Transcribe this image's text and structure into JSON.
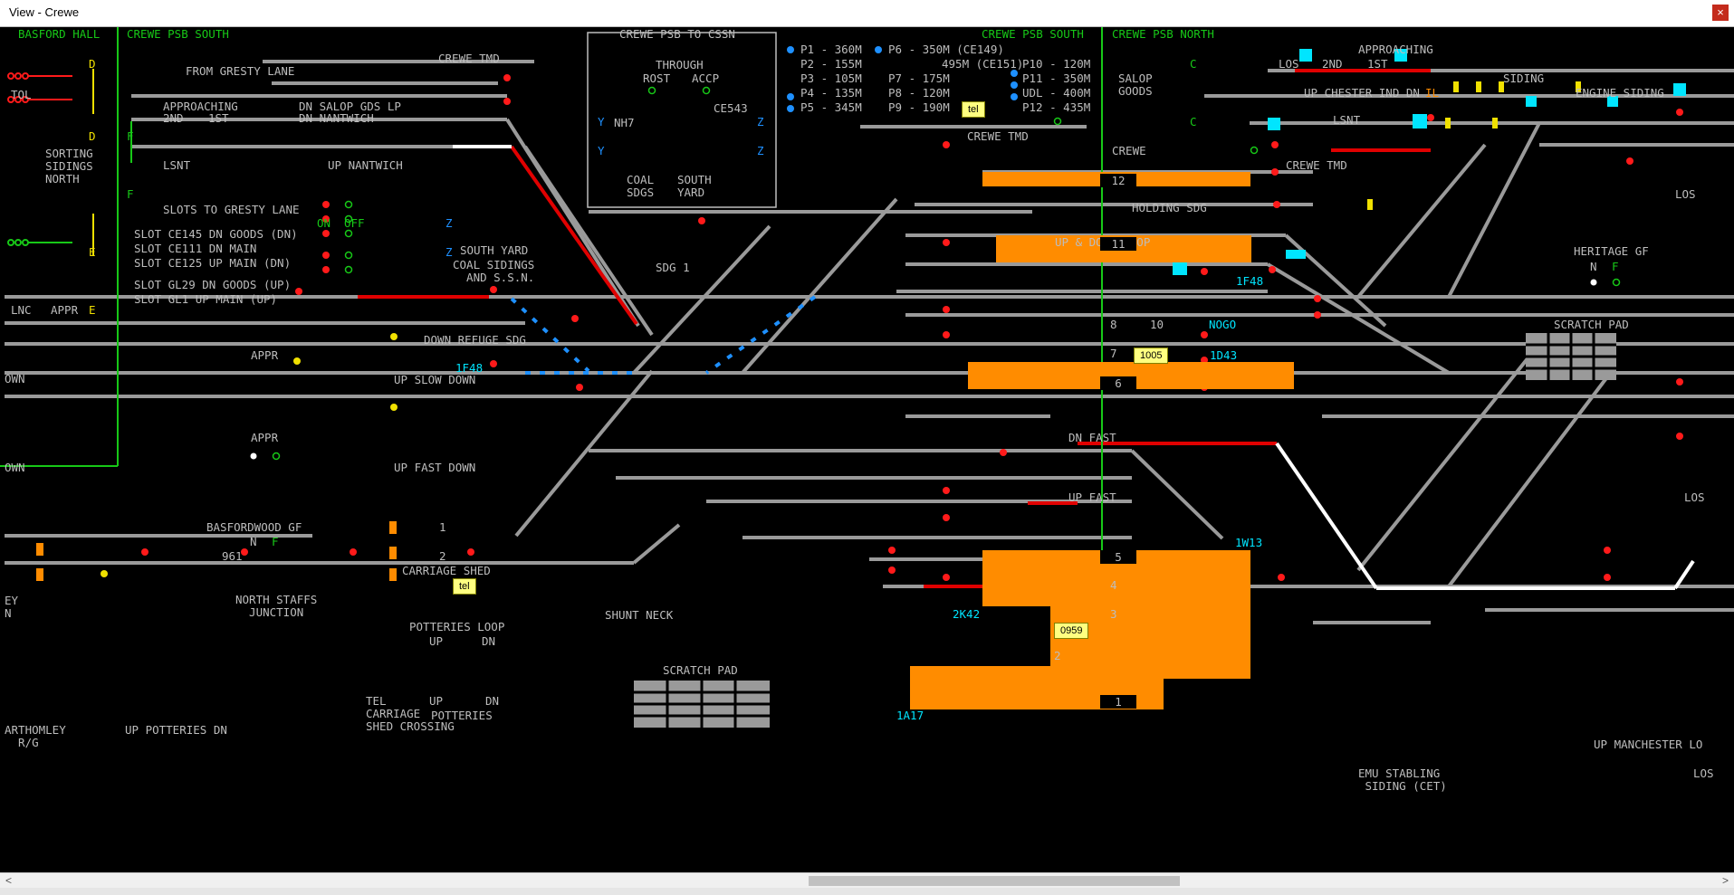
{
  "window": {
    "title": "View - Crewe",
    "close_glyph": "×"
  },
  "scroll": {
    "left_glyph": "<",
    "right_glyph": ">"
  },
  "colors": {
    "track": "#9a9a9a",
    "route_red": "#e00000",
    "occupied_orange": "#ff8c00",
    "cyan": "#00e5ff",
    "signal_red": "#ff1a1a",
    "white_route": "#ffffff"
  },
  "labels": {
    "basford_hall": "BASFORD HALL",
    "psb_south_left": "CREWE PSB SOUTH",
    "psb_to_cssn": "CREWE PSB TO CSSN",
    "psb_south_right": "CREWE PSB SOUTH",
    "psb_north": "CREWE PSB NORTH",
    "crewe_tmd": "CREWE TMD",
    "from_gresty": "FROM GRESTY LANE",
    "approaching": "APPROACHING",
    "second": "2ND",
    "first": "1ST",
    "dn_salop": "DN SALOP GDS LP",
    "dn_nantwich": "DN NANTWICH",
    "lsnt": "LSNT",
    "up_nantwich": "UP NANTWICH",
    "tol": "TOL",
    "sorting": "SORTING\nSIDINGS\nNORTH",
    "slots_title": "SLOTS TO GRESTY LANE",
    "on": "ON",
    "off": "OFF",
    "slot1": "SLOT CE145 DN GOODS (DN)",
    "slot2": "SLOT CE111 DN MAIN",
    "slot3": "SLOT CE125 UP MAIN (DN)",
    "slot4": "SLOT GL29 DN GOODS (UP)",
    "slot5": "SLOT GL1 UP MAIN (UP)",
    "lnc": "LNC",
    "appr": "APPR",
    "south_yard": "SOUTH YARD",
    "coal_sidings": "COAL SIDINGS\n  AND S.S.N.",
    "down_refuge": "DOWN REFUGE SDG",
    "through": "THROUGH",
    "rost": "ROST",
    "accp": "ACCP",
    "nh7": "NH7",
    "ce543": "CE543",
    "coal_sdgs": "COAL\nSDGS",
    "south_yard2": "SOUTH\nYARD",
    "sdg1": "SDG 1",
    "berth_1f48a": "1F48",
    "own": "OWN",
    "up_slow_down": "UP SLOW DOWN",
    "dn_fast": "DN FAST",
    "up_fast_down": "UP FAST DOWN",
    "up_fast": "UP FAST",
    "basfordwood": "BASFORDWOOD GF",
    "n": "N",
    "f": "F",
    "s961": "961",
    "carriage_shed": "CARRIAGE SHED",
    "tel1": "tel",
    "tel2": "tel",
    "north_staffs": "NORTH STAFFS\n  JUNCTION",
    "potteries_loop": "POTTERIES LOOP",
    "up": "UP",
    "dn": "DN",
    "shunt_neck": "SHUNT NECK",
    "scratch_pad": "SCRATCH PAD",
    "tel_carriage": "TEL\nCARRIAGE\nSHED CROSSING",
    "potteries": "POTTERIES",
    "up_potteries_dn": "UP POTTERIES DN",
    "arthomley": "ARTHOMLEY\n  R/G",
    "ey": "EY\nN",
    "p1": "P1 - 360M",
    "p2": "P2 - 155M",
    "p3": "P3 - 105M",
    "p4": "P4 - 135M",
    "p5": "P5 - 345M",
    "p6": "P6 - 350M (CE149)",
    "p6b": "495M (CE151)",
    "p7": "P7 - 175M",
    "p8": "P8 - 120M",
    "p9": "P9 - 190M",
    "p10": "P10 - 120M",
    "p11": "P11 - 350M",
    "udl": "UDL - 400M",
    "p12": "P12 - 435M",
    "tmd2": "CREWE TMD",
    "up_down_loop": "UP & DOWN LOOP",
    "holding": "HOLDING SDG",
    "plat12": "12",
    "plat11": "11",
    "plat8": "8",
    "plat10": "10",
    "plat7": "7",
    "plat6": "6",
    "plat5": "5",
    "plat4": "4",
    "plat3": "3",
    "plat2": "2",
    "plat1": "1",
    "b1f48": "1F48",
    "nogo": "NOGO",
    "b1005": "1005",
    "b1d43": "1D43",
    "b1w13": "1W13",
    "b2k42": "2K42",
    "b0959": "0959",
    "b1a17": "1A17",
    "salop_goods": "SALOP\nGOODS",
    "up_chester": "UP CHESTER IND DN",
    "il": "IL",
    "los": "LOS",
    "siding": "SIDING",
    "engine_siding": "ENGINE SIDING",
    "crewe": "CREWE",
    "heritage": "HERITAGE GF",
    "scratch_pad2": "SCRATCH PAD",
    "emu": "EMU STABLING\n SIDING (CET)",
    "up_manchester": "UP MANCHESTER LO",
    "c": "C",
    "d": "D",
    "e": "E",
    "z": "Z",
    "ylet": "Y",
    "one": "1",
    "two": "2"
  }
}
